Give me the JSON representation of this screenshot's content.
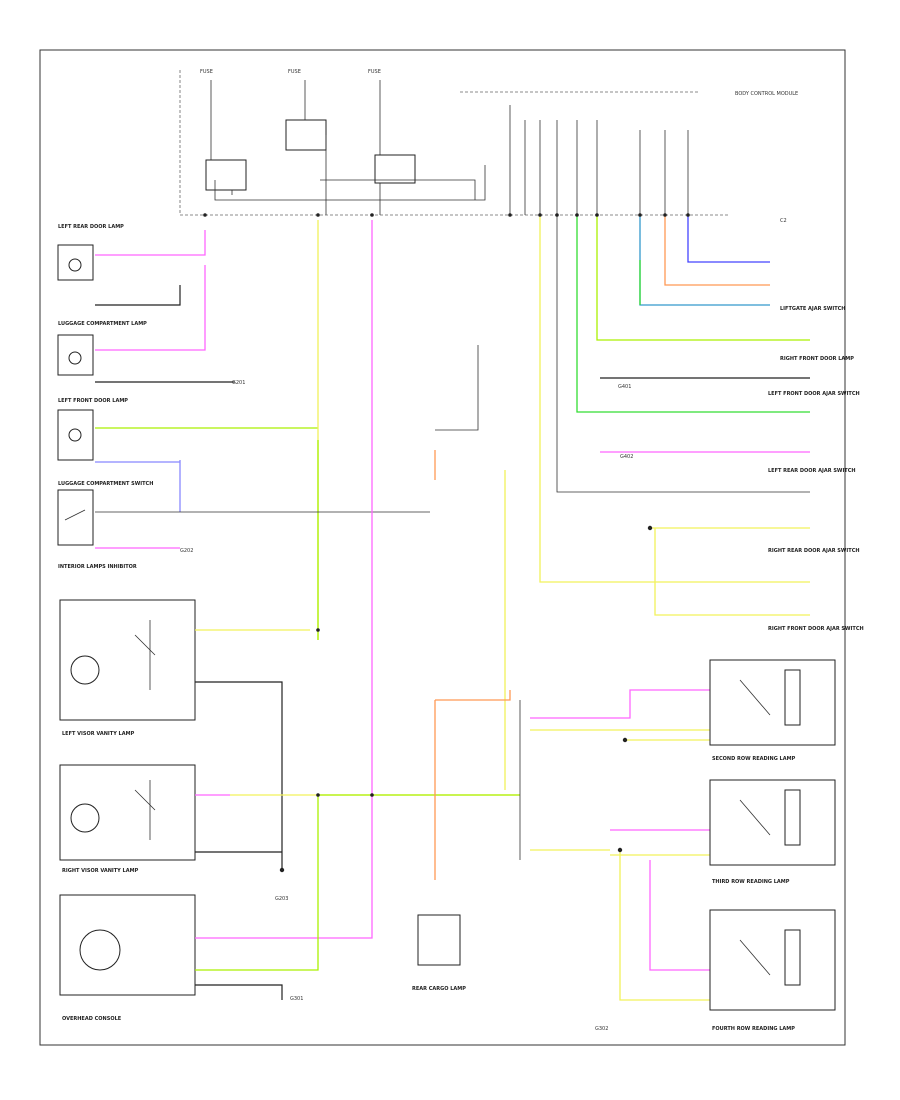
{
  "diagram": {
    "page_ref": "",
    "fuses": [
      {
        "id": "fuse-1",
        "label": "FUSE"
      },
      {
        "id": "fuse-2",
        "label": "FUSE"
      },
      {
        "id": "fuse-3",
        "label": "FUSE"
      }
    ],
    "top_right_module": "BODY CONTROL MODULE",
    "right_top_connector": "C2",
    "components": [
      "LEFT REAR DOOR LAMP",
      "LUGGAGE COMPARTMENT LAMP",
      "LEFT FRONT DOOR LAMP",
      "LUGGAGE COMPARTMENT SWITCH",
      "INTERIOR LAMPS INHIBITOR",
      "LEFT VISOR VANITY LAMP",
      "RIGHT VISOR VANITY LAMP",
      "OVERHEAD CONSOLE",
      "LIFTGATE AJAR SWITCH",
      "RIGHT FRONT DOOR LAMP",
      "LEFT FRONT DOOR AJAR SWITCH",
      "LEFT REAR DOOR AJAR SWITCH",
      "RIGHT REAR DOOR AJAR SWITCH",
      "RIGHT FRONT DOOR AJAR SWITCH",
      "SECOND ROW READING LAMP",
      "THIRD ROW READING LAMP",
      "FOURTH ROW READING LAMP",
      "REAR CARGO LAMP"
    ],
    "grounds": [
      "G201",
      "G202",
      "G203",
      "G301",
      "G302",
      "G401",
      "G402"
    ],
    "wire_colors": {
      "pink": "#ff66ff",
      "yellow": "#f2f25a",
      "green": "#33dd33",
      "lime": "#aaf000",
      "orange": "#ff9955",
      "blue": "#4444ff",
      "violet": "#8888ff",
      "teal": "#3399cc",
      "black": "#222222",
      "gray": "#999999"
    }
  }
}
